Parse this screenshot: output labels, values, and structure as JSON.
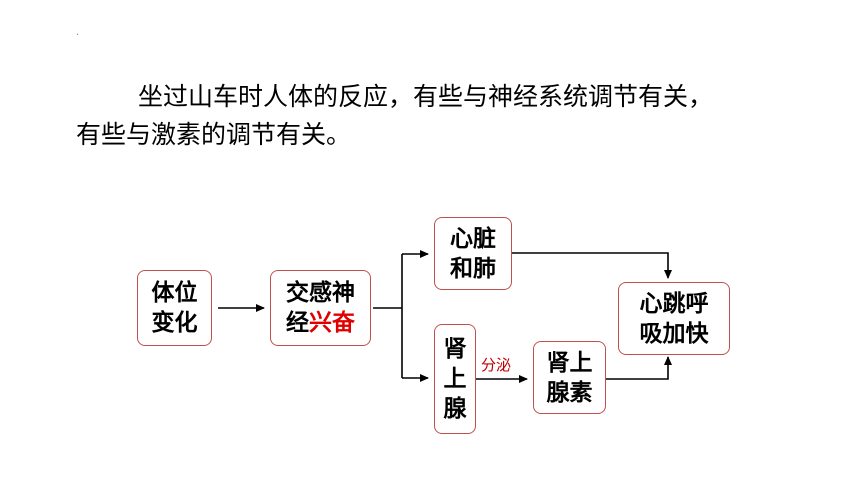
{
  "header_mark": "·",
  "intro": {
    "line1": "坐过山车时人体的反应，有些与神经系统调节有关，",
    "line2": "有些与激素的调节有关。"
  },
  "nodes": {
    "body_change": {
      "line1": "体位",
      "line2": "变化"
    },
    "sympathetic": {
      "line1": "交感神",
      "line2_prefix": "经",
      "line2_highlight": "兴奋"
    },
    "heart_lung": {
      "line1": "心脏",
      "line2": "和肺"
    },
    "adrenal_gland": {
      "line1": "肾",
      "line2": "上",
      "line3": "腺"
    },
    "adrenaline": {
      "line1": "肾上",
      "line2": "腺素"
    },
    "result": {
      "line1": "心跳呼",
      "line2": "吸加快"
    }
  },
  "edges": {
    "secrete_label": "分泌"
  },
  "colors": {
    "box_border": "#c0504d",
    "highlight_text": "#e00000",
    "label_text": "#c00000",
    "arrow": "#000000"
  }
}
